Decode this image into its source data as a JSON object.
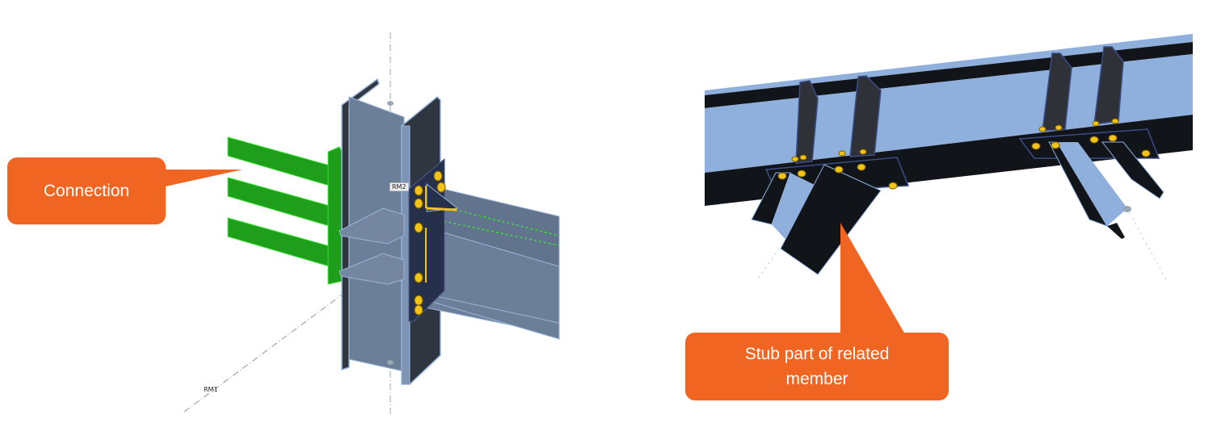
{
  "left_panel": {
    "callout": {
      "text": "Connection",
      "color": "#f06522"
    },
    "labels": {
      "rm1": "RM1",
      "rm2": "RM2"
    },
    "colors": {
      "steel": "#6c7f99",
      "steel_dark": "#2f3640",
      "steel_edge": "#9ab5db",
      "connection_part": "#1e9e1a",
      "bolt": "#f2c417",
      "plate": "#27304a"
    }
  },
  "right_panel": {
    "callout": {
      "text_line1": "Stub part of related",
      "text_line2": "member",
      "color": "#f06522"
    },
    "colors": {
      "beam_web": "#8fb0dc",
      "beam_flange": "#111418",
      "stiffener": "#2f3138",
      "bolt": "#f2c417"
    }
  }
}
